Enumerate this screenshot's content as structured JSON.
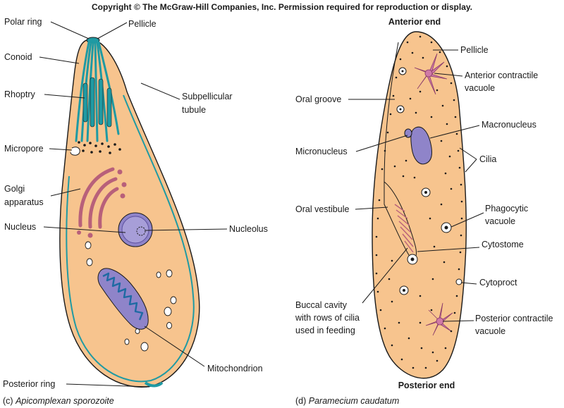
{
  "copyright": "Copyright © The McGraw-Hill Companies, Inc. Permission required for reproduction or display.",
  "left": {
    "caption_prefix": "(c) ",
    "caption_name": "Apicomplexan sporozoite",
    "labels": {
      "polar_ring": "Polar ring",
      "pellicle": "Pellicle",
      "conoid": "Conoid",
      "rhoptry": "Rhoptry",
      "subpellicular_1": "Subpellicular",
      "subpellicular_2": "tubule",
      "micropore": "Micropore",
      "golgi_1": "Golgi",
      "golgi_2": "apparatus",
      "nucleus": "Nucleus",
      "nucleolus": "Nucleolus",
      "mitochondrion": "Mitochondrion",
      "posterior_ring": "Posterior ring"
    }
  },
  "right": {
    "caption_prefix": "(d) ",
    "caption_name": "Paramecium caudatum",
    "anterior": "Anterior end",
    "posterior": "Posterior end",
    "labels": {
      "pellicle": "Pellicle",
      "anterior_cv_1": "Anterior contractile",
      "anterior_cv_2": "vacuole",
      "oral_groove": "Oral groove",
      "macronucleus": "Macronucleus",
      "micronucleus": "Micronucleus",
      "cilia": "Cilia",
      "oral_vestibule": "Oral vestibule",
      "phagocytic_1": "Phagocytic",
      "phagocytic_2": "vacuole",
      "cytostome": "Cytostome",
      "cytoproct": "Cytoproct",
      "buccal_1": "Buccal cavity",
      "buccal_2": "with rows of cilia",
      "buccal_3": "used in feeding",
      "posterior_cv_1": "Posterior contractile",
      "posterior_cv_2": "vacuole"
    }
  },
  "colors": {
    "cytoplasm": "#f7c48e",
    "teal": "#1f9aa3",
    "golgi": "#b8607a",
    "nucleus": "#8f84c9",
    "vacuole": "#d07aa6",
    "outline": "#1a1a1a"
  }
}
